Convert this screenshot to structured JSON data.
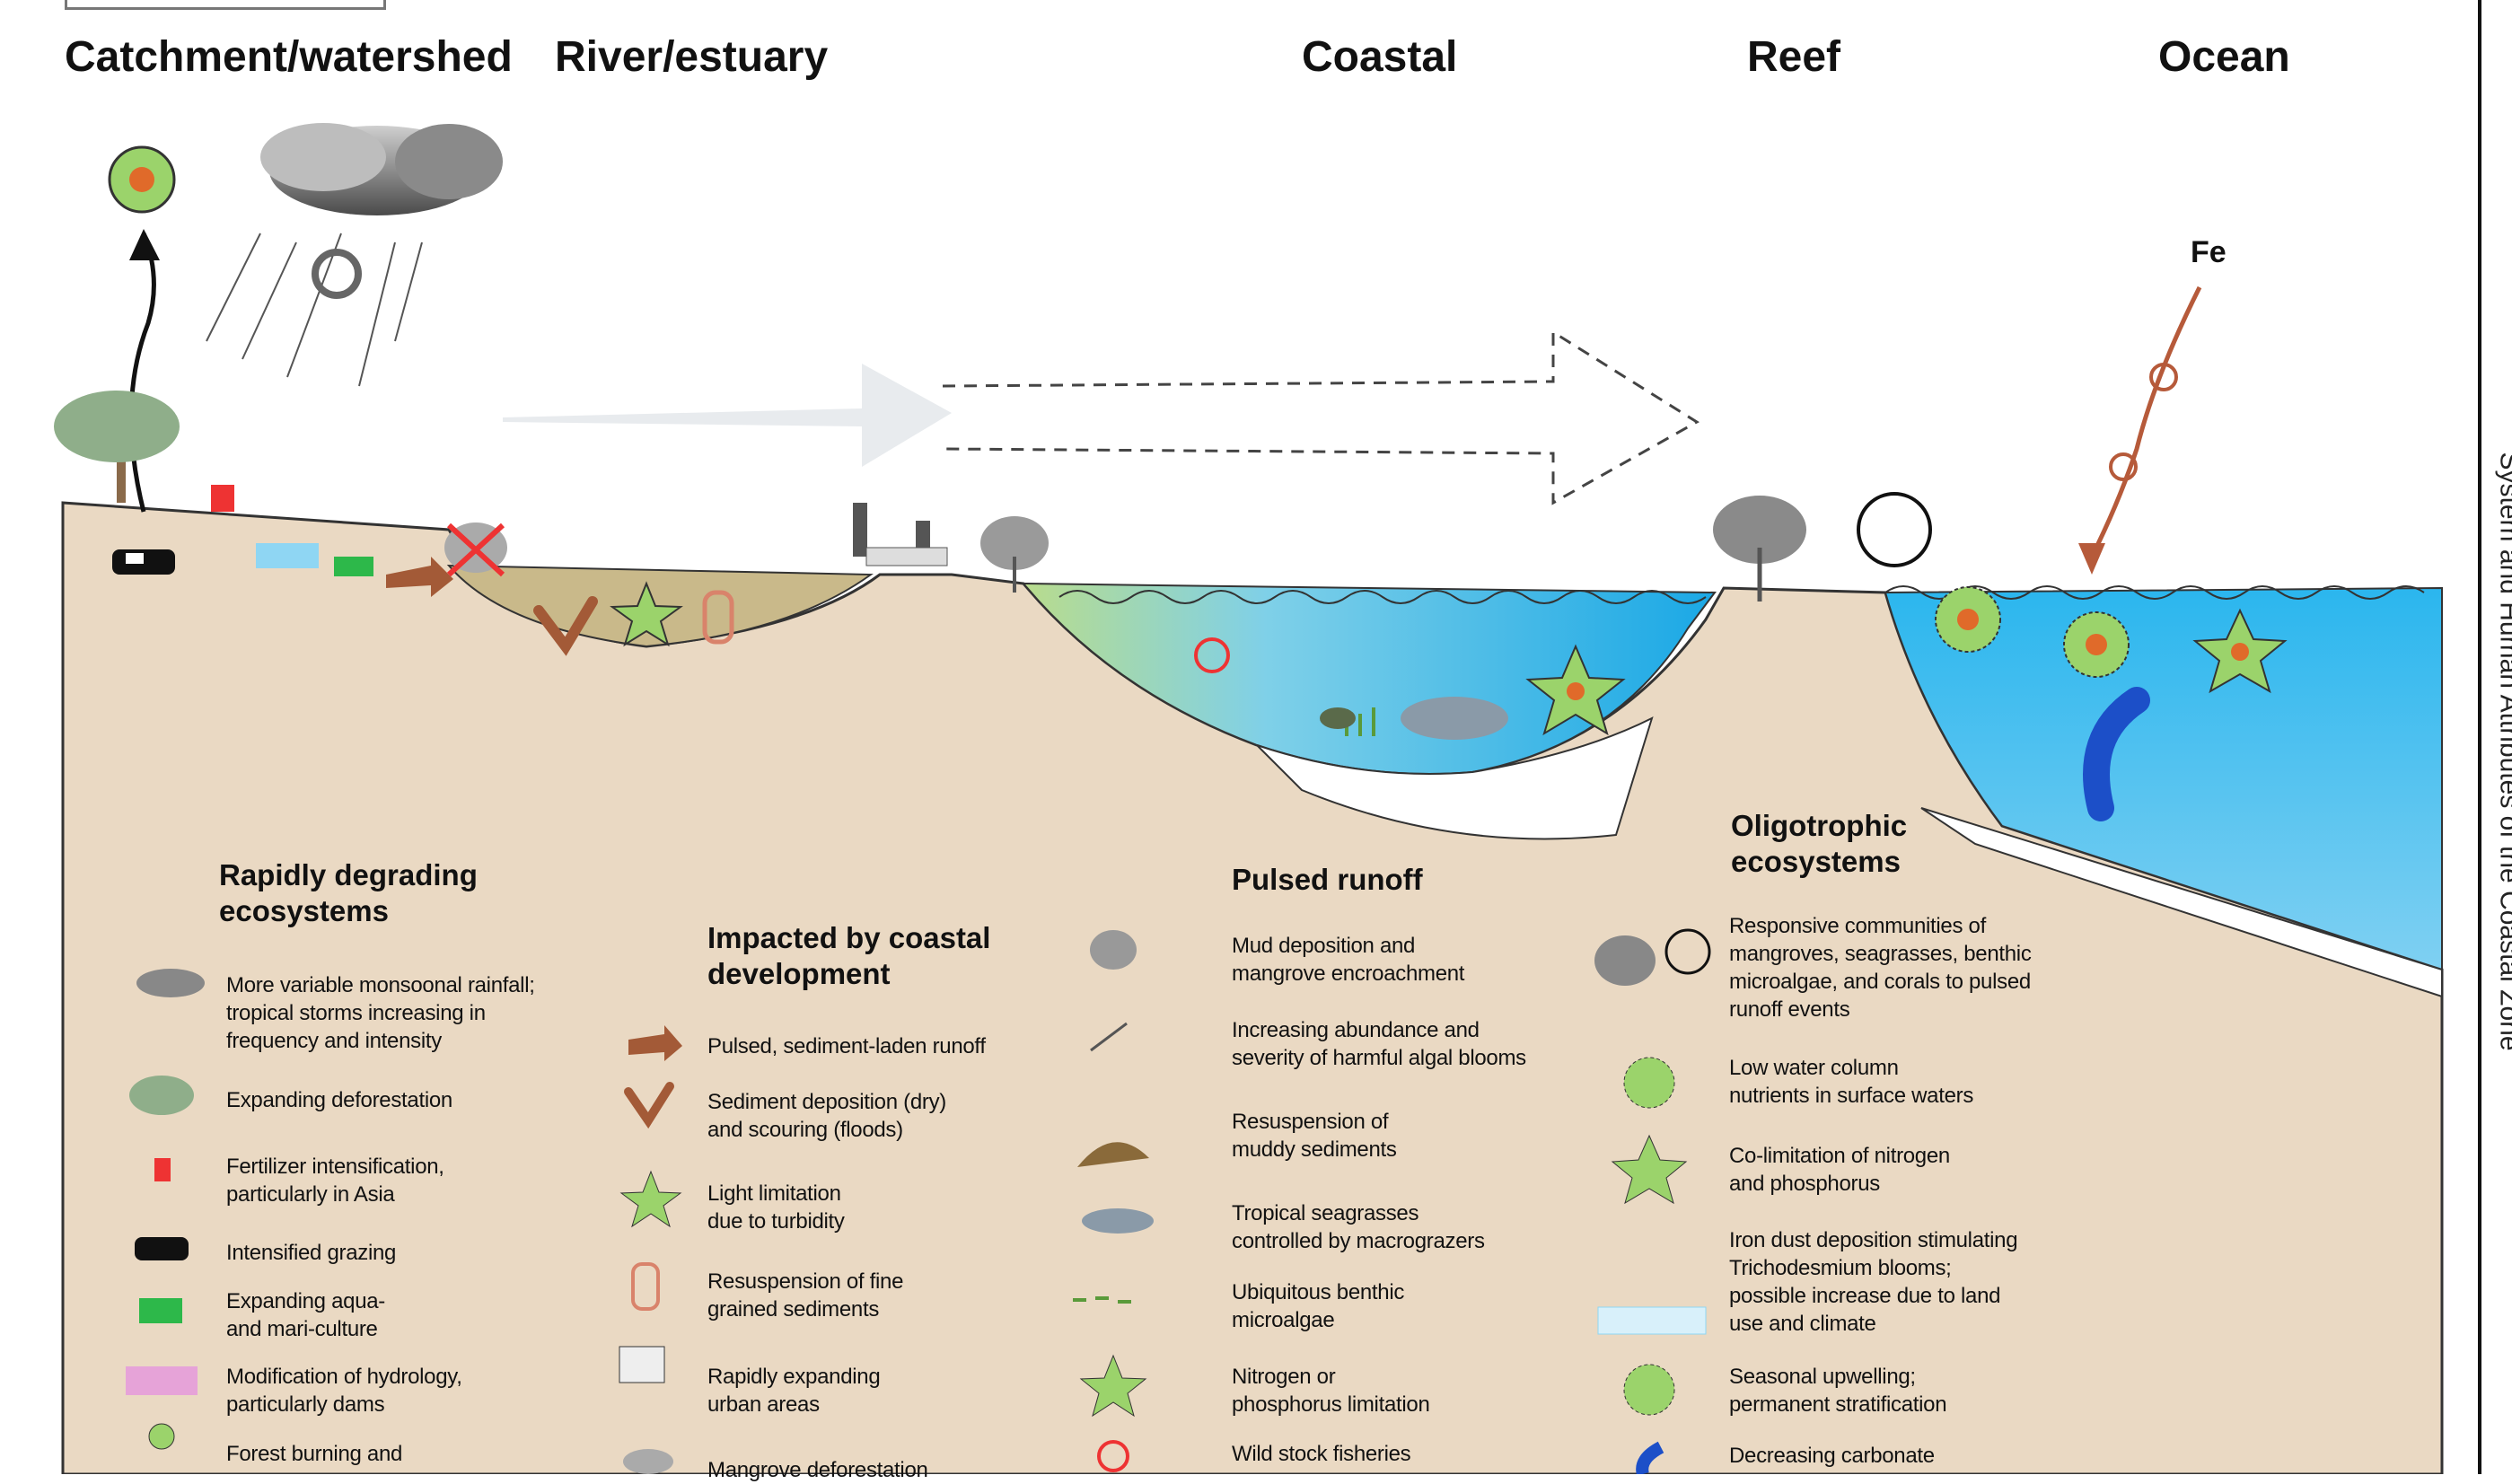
{
  "zones": [
    "Catchment/watershed",
    "River/estuary",
    "Coastal",
    "Reef",
    "Ocean"
  ],
  "fe_label": "Fe",
  "sections": {
    "catchment": "Rapidly degrading\necosystems",
    "river": "Impacted by coastal\ndevelopment",
    "coastal": "Pulsed runoff",
    "reef": "Oligotrophic\necosystems"
  },
  "legend": {
    "catchment": [
      {
        "text": "More variable monsoonal rainfall;\ntropical storms increasing in\nfrequency and intensity",
        "icon": "storm-cloud-icon"
      },
      {
        "text": "Expanding deforestation",
        "icon": "tree-icon"
      },
      {
        "text": "Fertilizer intensification,\nparticularly in Asia",
        "icon": "fertilizer-icon"
      },
      {
        "text": "Intensified grazing",
        "icon": "cow-icon"
      },
      {
        "text": "Expanding aqua-\nand mari-culture",
        "icon": "aquaculture-icon"
      },
      {
        "text": "Modification of hydrology,\nparticularly dams",
        "icon": "dam-icon"
      },
      {
        "text": "Forest burning and",
        "icon": "burning-icon"
      }
    ],
    "river": [
      {
        "text": "Pulsed, sediment-laden runoff",
        "icon": "runoff-arrow-icon"
      },
      {
        "text": "Sediment deposition (dry)\nand scouring (floods)",
        "icon": "deposition-icon"
      },
      {
        "text": "Light limitation\ndue to turbidity",
        "icon": "light-star-icon"
      },
      {
        "text": "Resuspension of fine\ngrained sediments",
        "icon": "resuspension-icon"
      },
      {
        "text": "Rapidly expanding\nurban areas",
        "icon": "factory-icon"
      },
      {
        "text": "Mangrove deforestation",
        "icon": "mangrove-icon"
      }
    ],
    "coastal": [
      {
        "text": "Mud deposition and\nmangrove encroachment",
        "icon": "mangrove-mud-icon"
      },
      {
        "text": "Increasing abundance and\nseverity of harmful algal blooms",
        "icon": "algae-icon"
      },
      {
        "text": "Resuspension of\nmuddy sediments",
        "icon": "mud-icon"
      },
      {
        "text": "Tropical seagrasses\ncontrolled by macrograzers",
        "icon": "seagrass-icon"
      },
      {
        "text": "Ubiquitous benthic\nmicroalgae",
        "icon": "microalgae-icon"
      },
      {
        "text": "Nitrogen or\nphosphorus limitation",
        "icon": "nutrient-star-icon"
      },
      {
        "text": "Wild stock fisheries",
        "icon": "fisheries-icon"
      }
    ],
    "reef": [
      {
        "text": "Responsive communities of\nmangroves, seagrasses, benthic\nmicroalgae, and corals to pulsed\nrunoff events",
        "icon": "reef-community-icon"
      },
      {
        "text": "Low water column\nnutrients in surface waters",
        "icon": "nutrient-circle-icon"
      },
      {
        "text": "Co-limitation of nitrogen\nand phosphorus",
        "icon": "colimitation-star-icon"
      },
      {
        "text": "Iron dust deposition stimulating\nTrichodesmium blooms;\npossible increase due to land\nuse and climate",
        "icon": "iron-dust-icon"
      },
      {
        "text": "Seasonal upwelling;\npermanent stratification",
        "icon": "upwelling-circle-icon"
      },
      {
        "text": "Decreasing carbonate",
        "icon": "carbonate-icon"
      }
    ]
  },
  "side_text": "System and Human Attributes of the Coastal Zone",
  "colors": {
    "land": "#ead9c3",
    "sediment": "#c9b98a",
    "water_light": "#8fd6f3",
    "water_deep": "#1aa8e6",
    "runoff": "#a35a37",
    "star": "#9bd36b",
    "nutrient": "#e06a2a"
  }
}
